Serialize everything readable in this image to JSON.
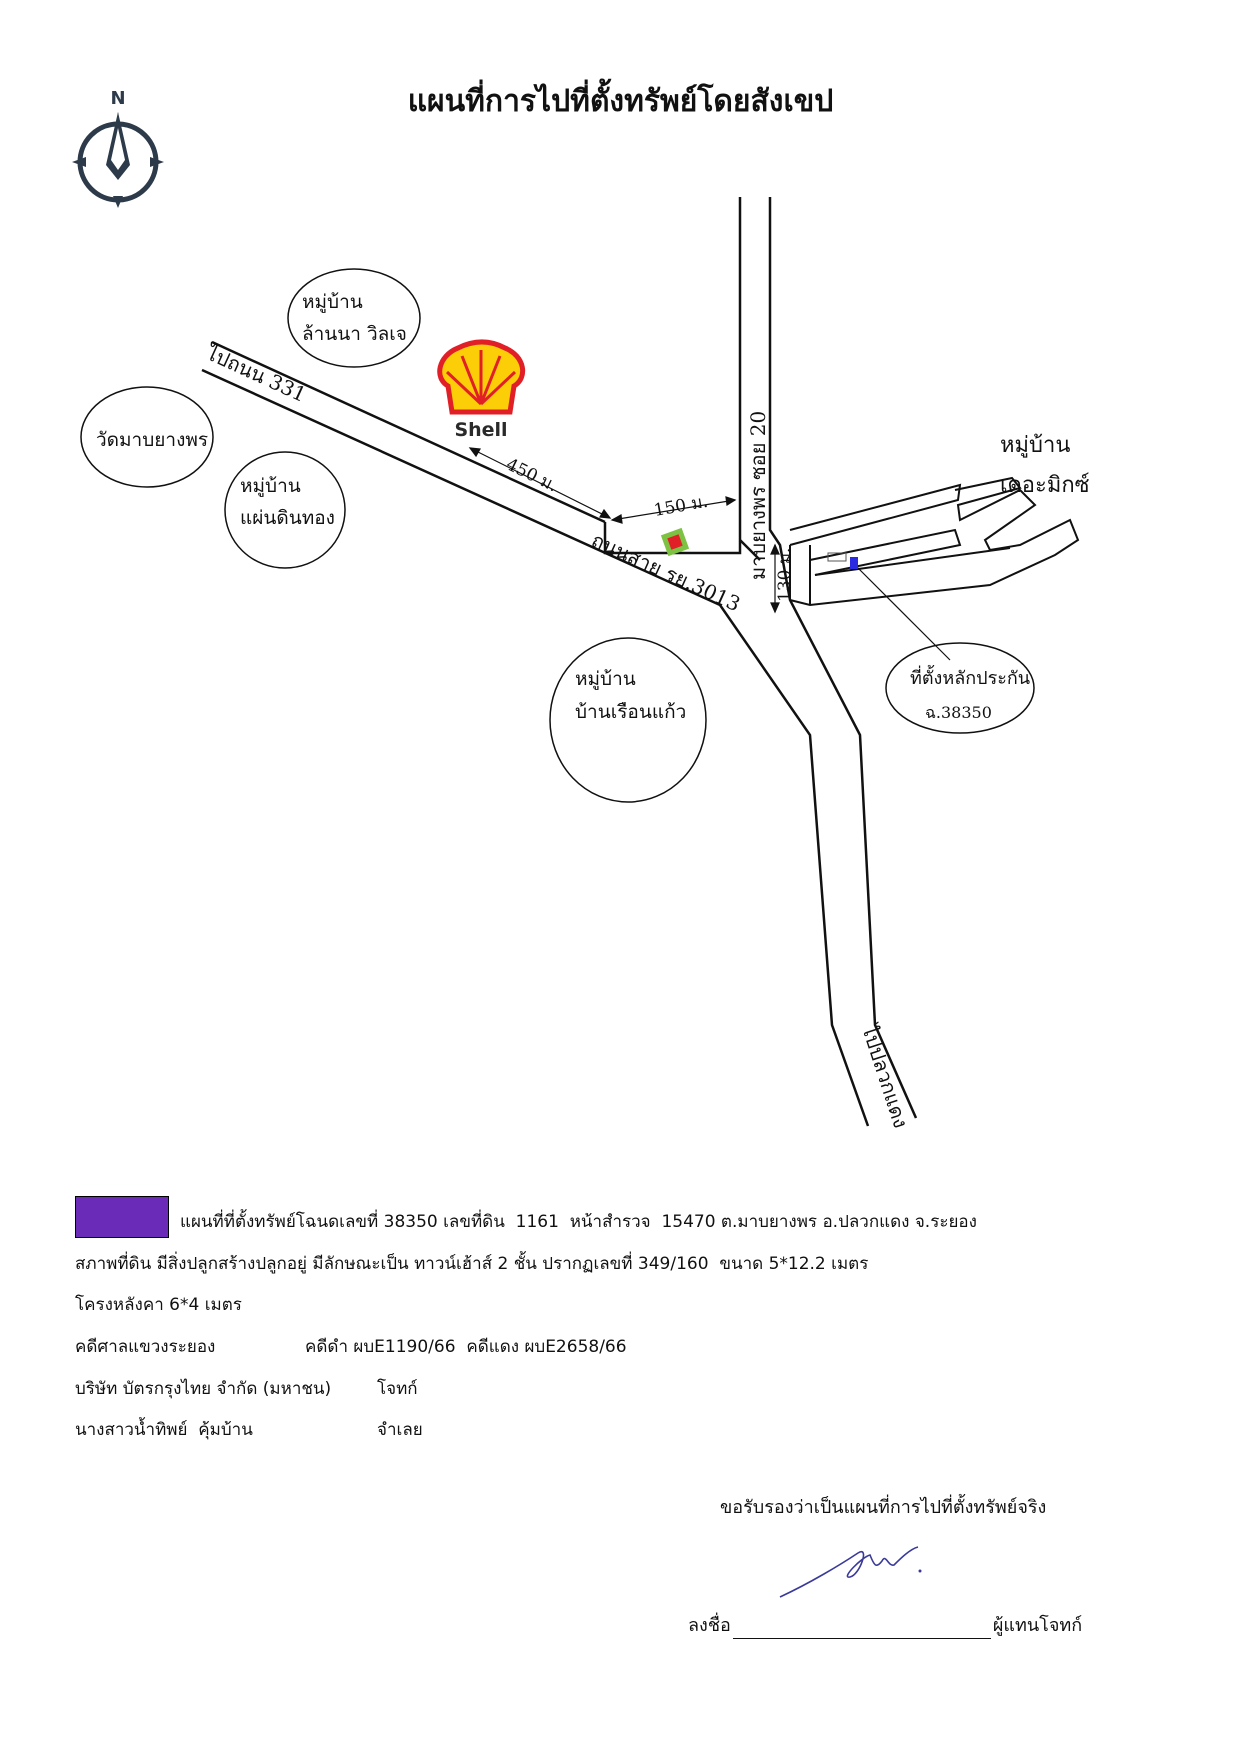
{
  "title": "แผนที่การไปที่ตั้งทรัพย์โดยสังเขป",
  "compass": {
    "label": "N"
  },
  "colors": {
    "legend": "#6a2bb8",
    "shell_red": "#e11f26",
    "shell_yellow": "#fbce07",
    "marker": "#2a2ae0"
  },
  "map": {
    "villages": {
      "lanna_1": "หมู่บ้าน",
      "lanna_2": "ล้านนา วิลเจ",
      "wat": "วัดมาบยางพร",
      "phaen_1": "หมู่บ้าน",
      "phaen_2": "แผ่นดินทอง",
      "ruean_1": "หมู่บ้าน",
      "ruean_2": "บ้านเรือนแก้ว",
      "dema_1": "หมู่บ้าน",
      "dema_2": "เดอะมิกซ์"
    },
    "roads": {
      "to_331": "ไปถนน 331",
      "road_3013": "ถนนสาย รย.3013",
      "soi20": "มาบยางพร ซอย 20",
      "to_pluak": "ไปปลวกแดง"
    },
    "distances": {
      "d450": "450 ม.",
      "d150": "150 ม.",
      "d130": "130 ม."
    },
    "shell_text": "Shell",
    "location": {
      "line1": "ที่ตั้งหลักประกัน",
      "line2": "ฉ.38350"
    }
  },
  "info": {
    "line1": "แผนที่ที่ตั้งทรัพย์โฉนดเลขที่ 38350 เลขที่ดิน  1161  หน้าสำรวจ  15470 ต.มาบยางพร อ.ปลวกแดง จ.ระยอง",
    "line2": "สภาพที่ดิน มีสิ่งปลูกสร้างปลูกอยู่ มีลักษณะเป็น ทาวน์เฮ้าส์ 2 ชั้น ปรากฏเลขที่ 349/160  ขนาด 5*12.2 เมตร",
    "line3": "โครงหลังคา 6*4 เมตร",
    "court_label": "คดีศาลแขวงระยอง",
    "court_value": "คดีดำ ผบE1190/66  คดีแดง ผบE2658/66",
    "plaintiff_label": "บริษัท บัตรกรุงไทย จำกัด (มหาชน)",
    "plaintiff_role": "โจทก์",
    "defendant_label": "นางสาวน้ำทิพย์  คุ้มบ้าน",
    "defendant_role": "จำเลย"
  },
  "certification": "ขอรับรองว่าเป็นแผนที่การไปที่ตั้งทรัพย์จริง",
  "signature": {
    "prefix": "ลงชื่อ",
    "suffix": "ผู้แทนโจทก์"
  }
}
